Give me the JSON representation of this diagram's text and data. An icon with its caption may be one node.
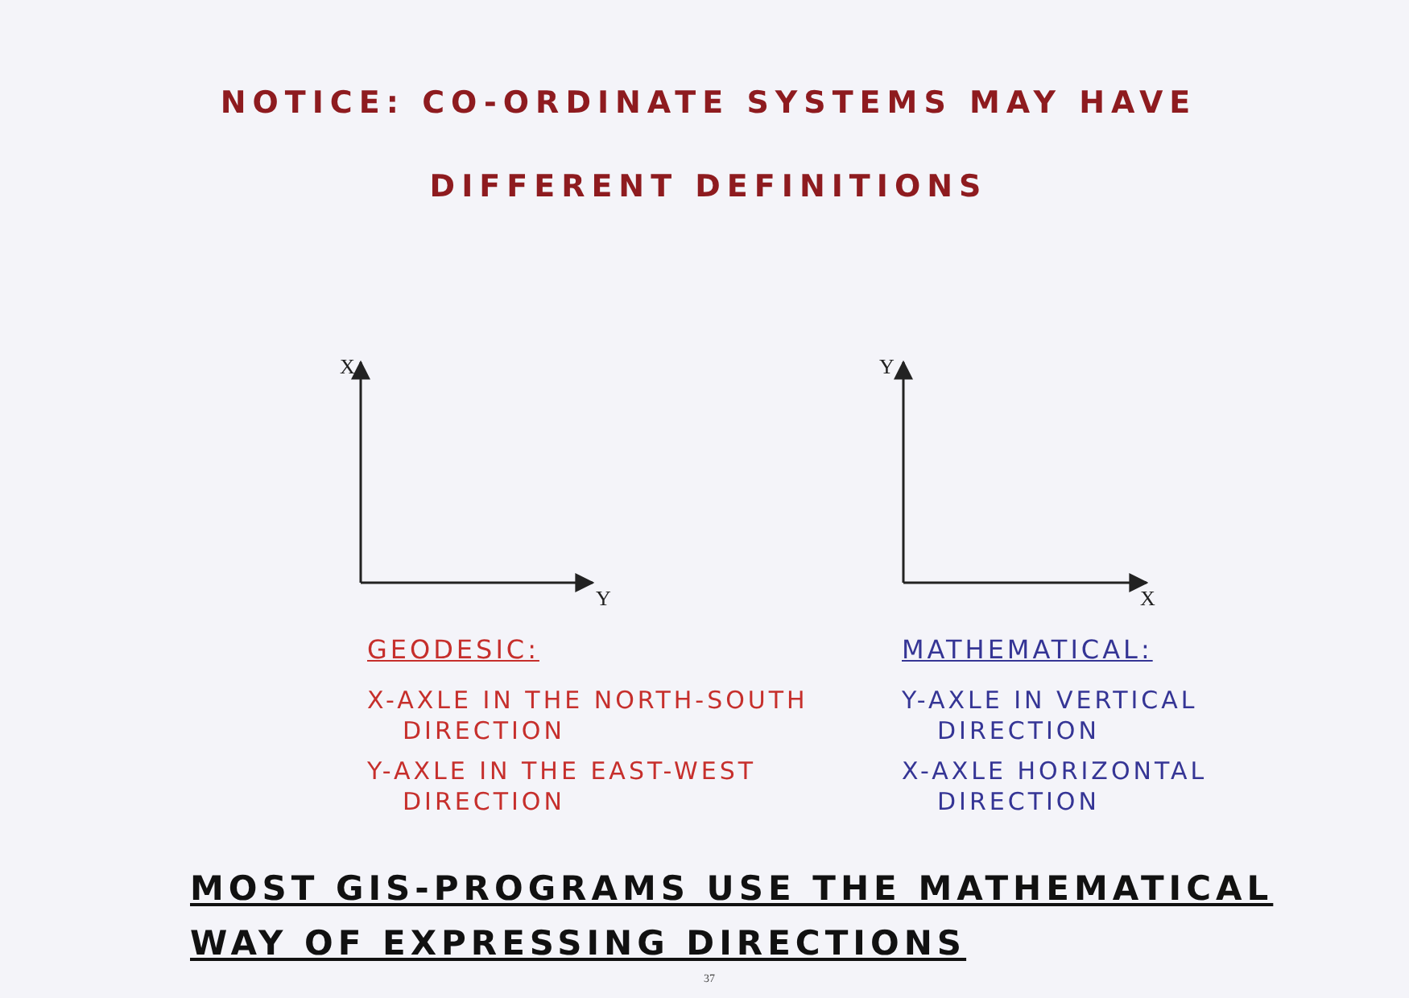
{
  "diagram": {
    "title": "**NOTICE**: CO-ORDINATE SYSTEMS MAY HAVE DIFFERENT DEFINITIONS",
    "caption": "MOST GIS-PROGRAMS USE THE MATHEMATICAL WAY OF EXPRESSING DIRECTIONS",
    "labels": [
      "X",
      "Y",
      "Y",
      "X",
      "GEODESIC:",
      "MATHEMATICAL:",
      "X-AXLE IN THE NORTH-SOUTH DIRECTION",
      "Y-AXLE IN VERTICAL DIRECTION",
      "Y-AXLE IN THE EAST-WEST DIRECTION",
      "X-AXLE HORIZONTAL DIRECTION",
      "37"
    ]
  }
}
